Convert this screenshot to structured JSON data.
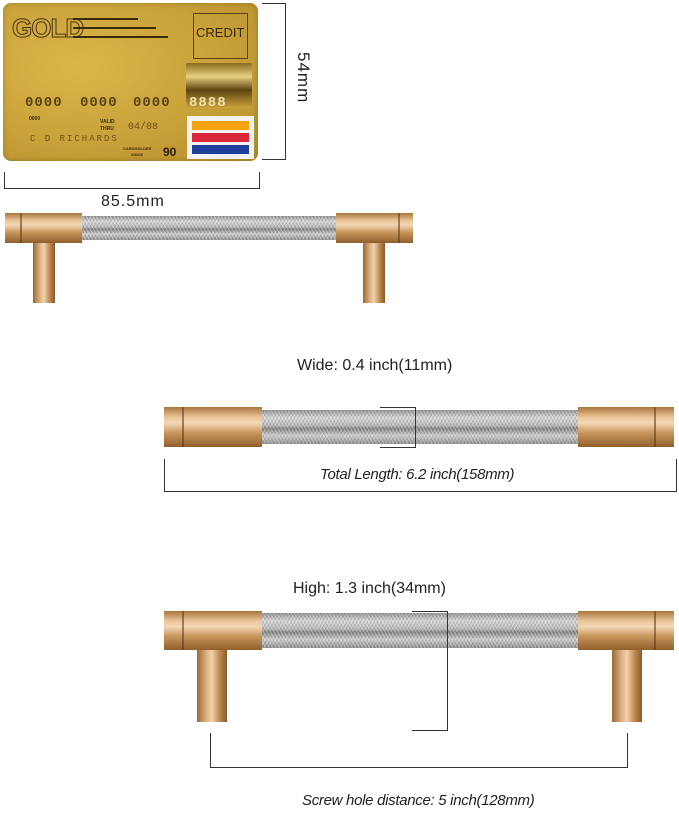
{
  "card": {
    "brand": "GOLD",
    "type": "CREDIT",
    "number_groups": [
      "0000",
      "0000",
      "0000",
      "8888"
    ],
    "small_number": "0000",
    "valid_thru_label": [
      "VALID",
      "THRU"
    ],
    "expiry": "04/08",
    "cardholder_name": "C D RICHARDS",
    "cardholder_since_label": [
      "CARDHOLDER",
      "SINCE"
    ],
    "cardholder_since_value": "90",
    "flag_colors": [
      "#f2a20a",
      "#d8263a",
      "#1f3f9a"
    ]
  },
  "dimensions": {
    "card_height": "54mm",
    "card_width": "85.5mm",
    "wide": "Wide: 0.4 inch(11mm)",
    "total_length": "Total Length: 6.2 inch(158mm)",
    "high": "High: 1.3 inch(34mm)",
    "screw_hole_distance": "Screw hole distance: 5 inch(128mm)"
  },
  "colors": {
    "brass": "#d9aa75",
    "knurled_steel": "#b9b9b9",
    "card_gold": "#c9a23a",
    "dimension_line": "#333333"
  }
}
